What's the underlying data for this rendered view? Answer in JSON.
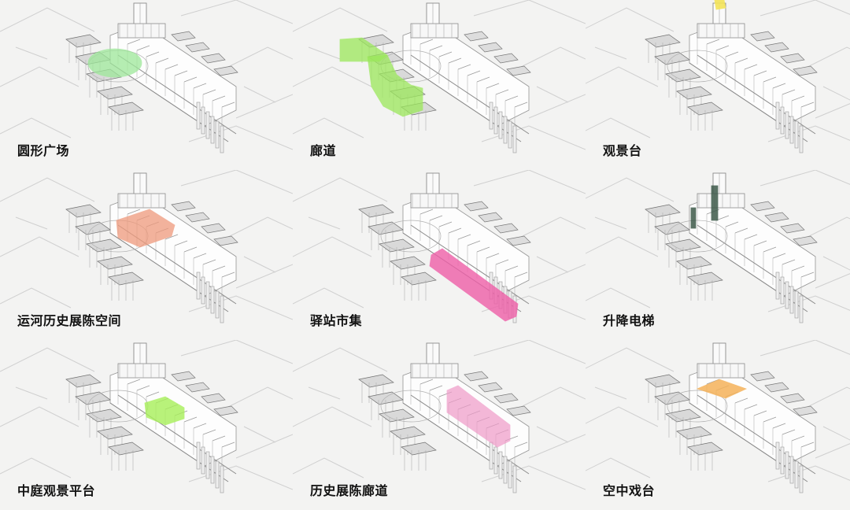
{
  "panels": [
    {
      "label": "圆形广场",
      "highlight": "circle",
      "color": "#9ee89a"
    },
    {
      "label": "廊道",
      "highlight": "corridor",
      "color": "#9be85a"
    },
    {
      "label": "观景台",
      "highlight": "tower-top",
      "color": "#f4e45a"
    },
    {
      "label": "运河历史展陈空间",
      "highlight": "hall",
      "color": "#ef9a7c"
    },
    {
      "label": "驿站市集",
      "highlight": "market",
      "color": "#ef5fa8"
    },
    {
      "label": "升降电梯",
      "highlight": "elevator",
      "color": "#3e5a4a"
    },
    {
      "label": "中庭观景平台",
      "highlight": "courtyard",
      "color": "#a8f05a"
    },
    {
      "label": "历史展陈廊道",
      "highlight": "history-corridor",
      "color": "#ef9ac8"
    },
    {
      "label": "空中戏台",
      "highlight": "sky-stage",
      "color": "#f5b25a"
    }
  ]
}
